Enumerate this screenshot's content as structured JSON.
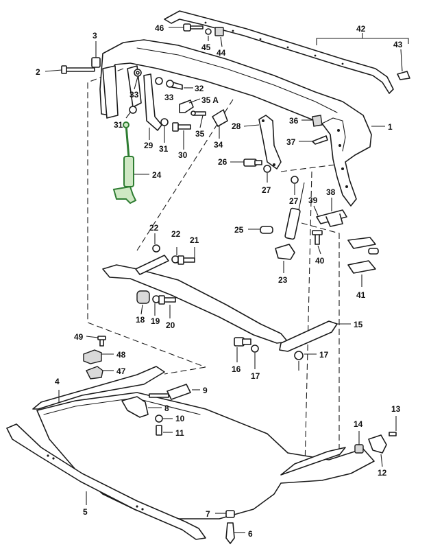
{
  "diagram": {
    "highlight_color": "#2e7d32",
    "callouts": {
      "c1": "1",
      "c2": "2",
      "c3": "3",
      "c4": "4",
      "c5": "5",
      "c6": "6",
      "c7": "7",
      "c8": "8",
      "c9": "9",
      "c10": "10",
      "c11": "11",
      "c12": "12",
      "c13": "13",
      "c14": "14",
      "c15": "15",
      "c16": "16",
      "c17a": "17",
      "c17b": "17",
      "c18": "18",
      "c19": "19",
      "c20": "20",
      "c21": "21",
      "c22a": "22",
      "c22b": "22",
      "c23": "23",
      "c24": "24",
      "c25": "25",
      "c26": "26",
      "c27a": "27",
      "c27b": "27",
      "c28": "28",
      "c29": "29",
      "c30": "30",
      "c31a": "31",
      "c31b": "31",
      "c32": "32",
      "c33a": "33",
      "c33b": "33",
      "c34": "34",
      "c35": "35",
      "c35a": "35 A",
      "c36": "36",
      "c37": "37",
      "c38": "38",
      "c39": "39",
      "c40": "40",
      "c41": "41",
      "c42": "42",
      "c43": "43",
      "c44": "44",
      "c45": "45",
      "c46": "46",
      "c47": "47",
      "c48": "48",
      "c49": "49"
    }
  }
}
